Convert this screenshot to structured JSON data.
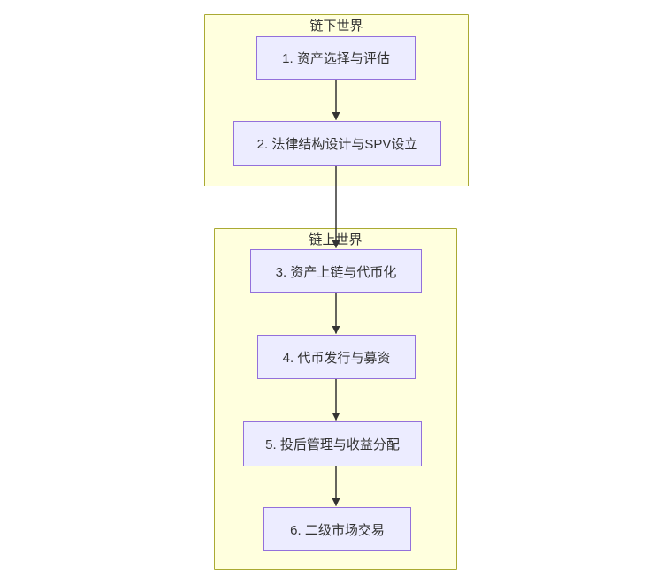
{
  "diagram": {
    "type": "flowchart",
    "direction": "top-down",
    "subgraphs": [
      {
        "title": "链下世界",
        "nodes": [
          {
            "id": "1",
            "label": "1. 资产选择与评估"
          },
          {
            "id": "2",
            "label": "2. 法律结构设计与SPV设立"
          }
        ]
      },
      {
        "title": "链上世界",
        "nodes": [
          {
            "id": "3",
            "label": "3. 资产上链与代币化"
          },
          {
            "id": "4",
            "label": "4. 代币发行与募资"
          },
          {
            "id": "5",
            "label": "5. 投后管理与收益分配"
          },
          {
            "id": "6",
            "label": "6. 二级市场交易"
          }
        ]
      }
    ],
    "edges": [
      {
        "from": "1",
        "to": "2"
      },
      {
        "from": "2",
        "to": "3"
      },
      {
        "from": "3",
        "to": "4"
      },
      {
        "from": "4",
        "to": "5"
      },
      {
        "from": "5",
        "to": "6"
      }
    ],
    "colors": {
      "node_fill": "#ececff",
      "node_border": "#9370db",
      "cluster_fill": "#ffffde",
      "cluster_border": "#aaaa33",
      "edge": "#333333",
      "text": "#333333",
      "background": "#ffffff"
    }
  }
}
